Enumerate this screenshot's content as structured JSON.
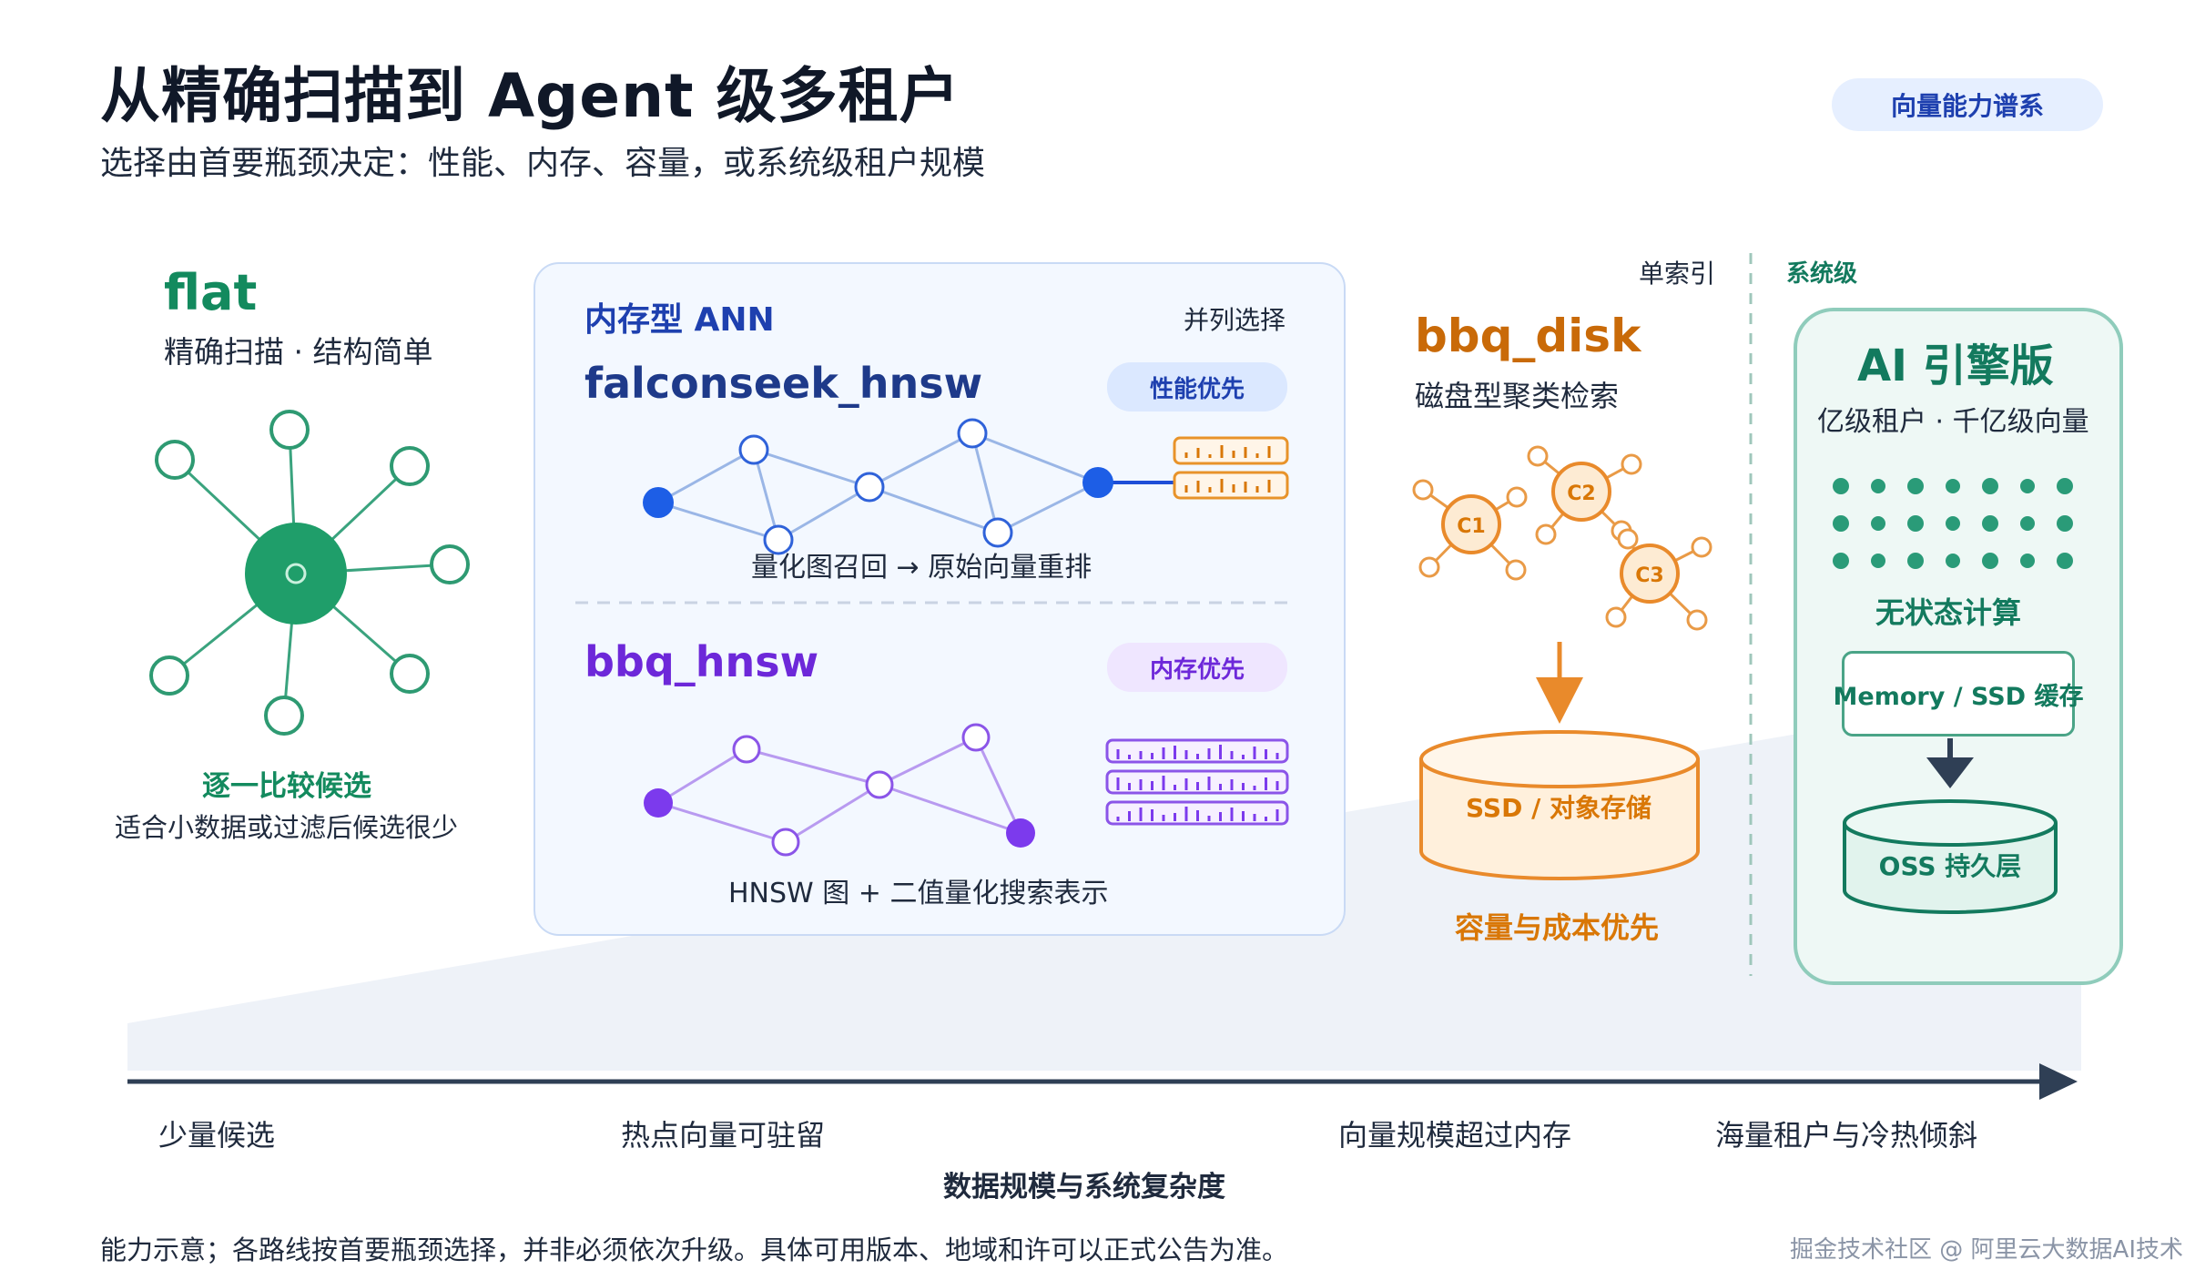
{
  "header": {
    "title": "从精确扫描到 Agent 级多租户",
    "subtitle": "选择由首要瓶颈决定：性能、内存、容量，或系统级租户规模",
    "badge": "向量能力谱系"
  },
  "flat": {
    "name": "flat",
    "desc": "精确扫描 · 结构简单",
    "caption_bold": "逐一比较候选",
    "caption": "适合小数据或过滤后候选很少"
  },
  "memory_ann": {
    "header": "内存型 ANN",
    "side_note": "并列选择",
    "falconseek": {
      "name": "falconseek_hnsw",
      "badge": "性能优先",
      "caption": "量化图召回 → 原始向量重排"
    },
    "bbq_hnsw": {
      "name": "bbq_hnsw",
      "badge": "内存优先",
      "caption": "HNSW 图 + 二值量化搜索表示"
    }
  },
  "bbq_disk": {
    "group_label": "单索引",
    "name": "bbq_disk",
    "desc": "磁盘型聚类检索",
    "clusters": [
      "C1",
      "C2",
      "C3"
    ],
    "storage": "SSD / 对象存储",
    "caption": "容量与成本优先"
  },
  "ai_engine": {
    "group_label": "系统级",
    "name": "AI 引擎版",
    "desc": "亿级租户 · 千亿级向量",
    "compute": "无状态计算",
    "cache": "Memory / SSD 缓存",
    "persistent": "OSS 持久层"
  },
  "axis": {
    "stages": [
      "少量候选",
      "热点向量可驻留",
      "向量规模超过内存",
      "海量租户与冷热倾斜"
    ],
    "title": "数据规模与系统复杂度"
  },
  "footer": {
    "note": "能力示意；各路线按首要瓶颈选择，并非必须依次升级。具体可用版本、地域和许可以正式公告为准。",
    "watermark": "掘金技术社区 @ 阿里云大数据AI技术"
  },
  "colors": {
    "flat_green": "#138a5e",
    "blue": "#1d4ed8",
    "purple": "#7c3aed",
    "orange": "#d97706",
    "teal": "#137a5e",
    "axis": "#2f3f55"
  }
}
